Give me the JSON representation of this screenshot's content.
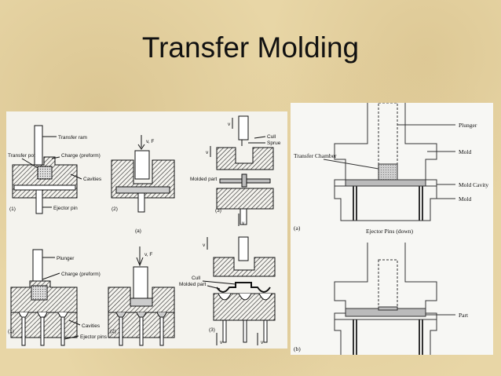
{
  "slide": {
    "title": "Transfer Molding"
  },
  "left_figure": {
    "top_row": {
      "labels": {
        "transfer_ram": "Transfer ram",
        "transfer_pot": "Transfer pot",
        "charge": "Charge (preform)",
        "cavities": "Cavities",
        "ejector_pin": "Ejector pin",
        "force": "v, F",
        "cull": "Cull",
        "sprue": "Sprue",
        "v": "v",
        "molded_part": "Molded part"
      },
      "steps": [
        "(1)",
        "(2)",
        "(3)"
      ],
      "panel_label": "(a)"
    },
    "bottom_row": {
      "labels": {
        "plunger": "Plunger",
        "charge": "Charge (preform)",
        "cavities": "Cavities",
        "ejector_pins": "Ejector pins",
        "force": "v, F",
        "cull": "Cull",
        "molded_part": "Molded part",
        "v": "v"
      },
      "steps": [
        "(1)",
        "(2)",
        "(3)"
      ]
    }
  },
  "right_figure": {
    "labels": {
      "plunger": "Plunger",
      "mold": "Mold",
      "transfer_chamber": "Transfer Chamber",
      "mold_cavity": "Mold Cavity",
      "mold2": "Mold",
      "ejector_pins": "Ejector Pins (down)",
      "part": "Part",
      "a": "(a)",
      "b": "(b)"
    }
  }
}
